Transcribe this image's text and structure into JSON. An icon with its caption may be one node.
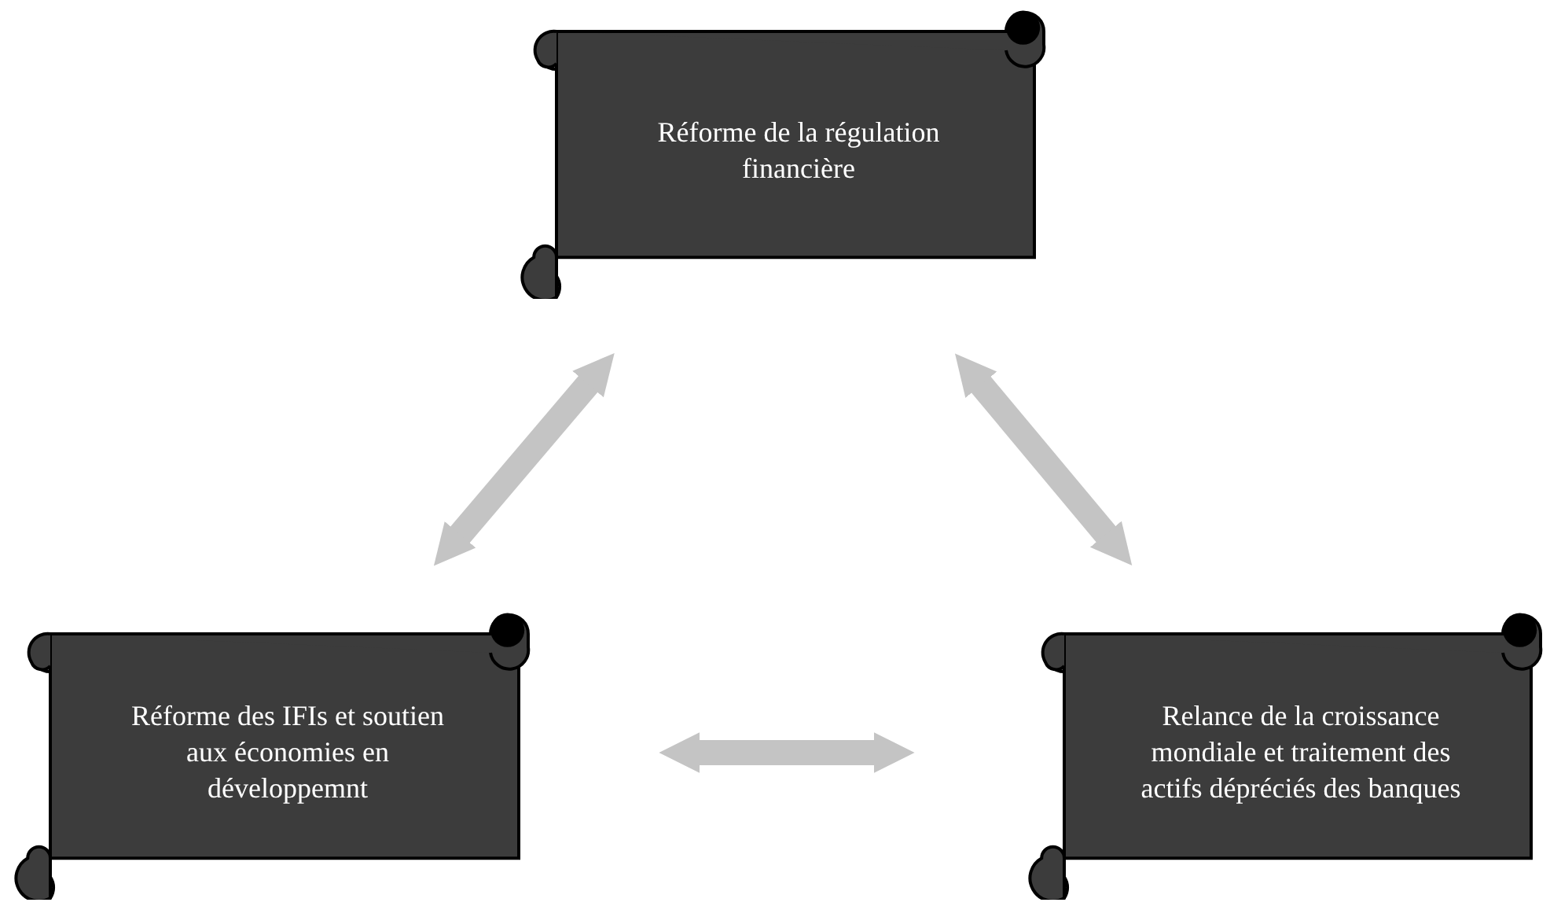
{
  "diagram": {
    "nodes": [
      {
        "text": [
          "Réforme de la régulation financière"
        ]
      },
      {
        "text": [
          "Réforme des IFIs et soutien aux économies en développemnt"
        ]
      },
      {
        "text": [
          "Relance de la croissance mondiale et traitement des actifs dépréciés des banques"
        ]
      }
    ],
    "edges": [
      {
        "from": 0,
        "to": 1,
        "arrow": "both"
      },
      {
        "from": 0,
        "to": 2,
        "arrow": "both"
      },
      {
        "from": 1,
        "to": 2,
        "arrow": "both"
      }
    ]
  }
}
